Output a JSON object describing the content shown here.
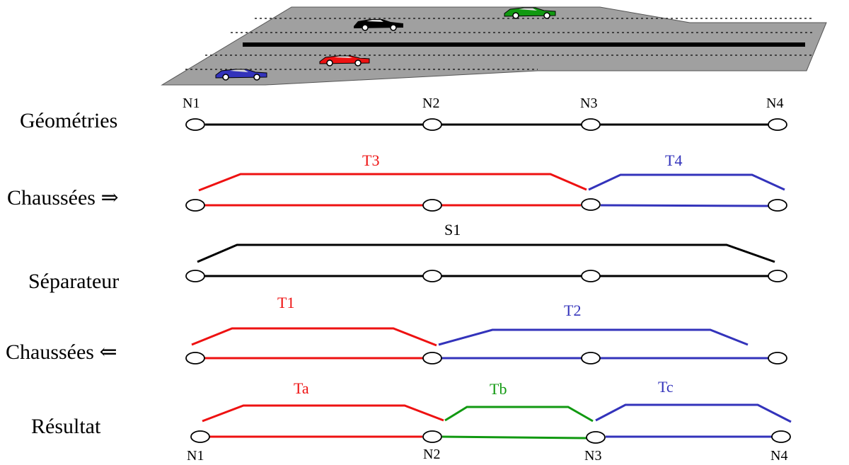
{
  "colors": {
    "black": "#000000",
    "red": "#ee1111",
    "blue": "#3333bb",
    "green": "#119911",
    "road_gray": "#a0a0a0"
  },
  "rows": {
    "geometries": "Géométries",
    "chaussees_forward": "Chaussées ⇒",
    "separateur": "Séparateur",
    "chaussees_backward": "Chaussées ⇐",
    "resultat": "Résultat"
  },
  "nodes_top": [
    "N1",
    "N2",
    "N3",
    "N4"
  ],
  "nodes_bottom": [
    "N1",
    "N2",
    "N3",
    "N4"
  ],
  "segments": {
    "t3": "T3",
    "t4": "T4",
    "s1": "S1",
    "t1": "T1",
    "t2": "T2",
    "ta": "Ta",
    "tb": "Tb",
    "tc": "Tc"
  },
  "road": {
    "cars": [
      {
        "name": "black-car",
        "color": "#000000"
      },
      {
        "name": "green-car",
        "color": "#119911"
      },
      {
        "name": "red-car",
        "color": "#ee1111"
      },
      {
        "name": "blue-car",
        "color": "#3333bb"
      }
    ]
  }
}
